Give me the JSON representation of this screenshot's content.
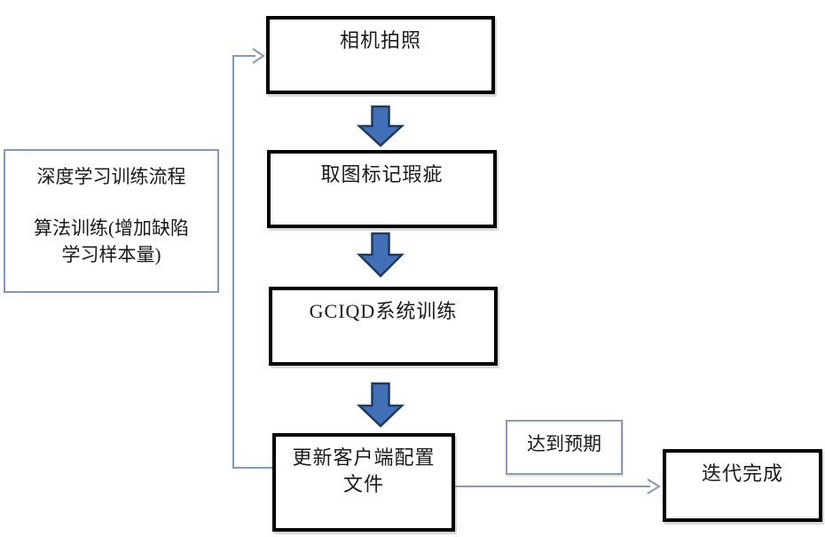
{
  "diagram": {
    "type": "flowchart",
    "colors": {
      "canvas-bg": "#ffffff",
      "text": "#1a1a1a",
      "box-border": "#000000",
      "note-border": "#7f99c4",
      "expect-border": "#8a9ab8",
      "connector": "#7f99c4",
      "block-arrow-fill": "#4070b8",
      "block-arrow-stroke": "#1e3a5f"
    },
    "nodes": {
      "side_note": {
        "line1": "深度学习训练流程",
        "line2": "算法训练(增加缺陷",
        "line3": "学习样本量)"
      },
      "camera": {
        "label": "相机拍照"
      },
      "mark_defects": {
        "label": "取图标记瑕疵"
      },
      "system_training": {
        "label": "GCIQD系统训练"
      },
      "update_config": {
        "line1": "更新客户端配置",
        "line2": "文件"
      },
      "expectation": {
        "label": "达到预期"
      },
      "done": {
        "label": "迭代完成"
      }
    },
    "edges": [
      {
        "from": "camera",
        "to": "mark_defects",
        "style": "block-arrow-down"
      },
      {
        "from": "mark_defects",
        "to": "system_training",
        "style": "block-arrow-down"
      },
      {
        "from": "system_training",
        "to": "update_config",
        "style": "block-arrow-down"
      },
      {
        "from": "update_config",
        "to": "camera",
        "style": "thin-elbow-arrow"
      },
      {
        "from": "update_config",
        "to": "done",
        "style": "thin-arrow",
        "label_node": "expectation"
      }
    ]
  }
}
